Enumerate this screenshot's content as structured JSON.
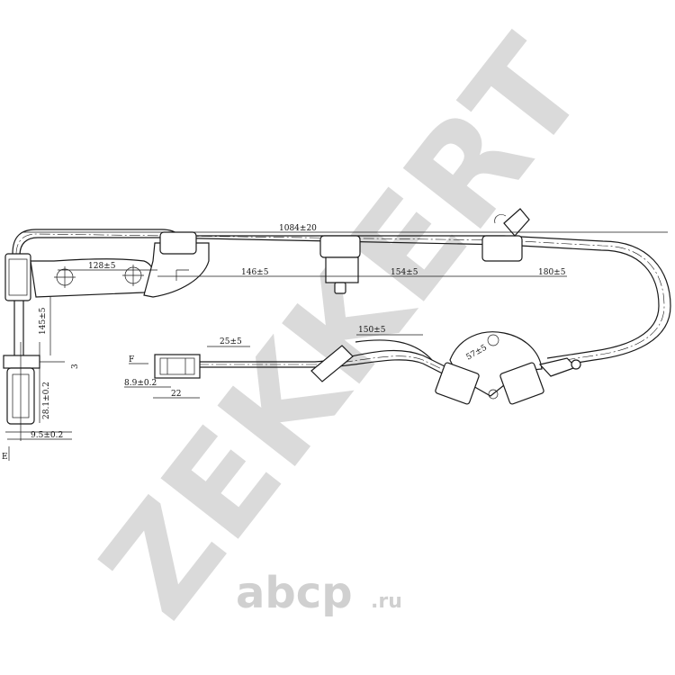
{
  "watermark": {
    "brand": "ZEKKERT",
    "site_main": "abcp",
    "site_suffix": ".ru",
    "color": "#d4d4d4"
  },
  "labels": {
    "total_length": "1084±20",
    "seg_1": "128±5",
    "seg_2": "146±5",
    "seg_3": "154±5",
    "seg_4": "180±5",
    "seg_5": "150±5",
    "seg_6": "25±5",
    "seg_7": "57±5",
    "vertical_1": "145±5",
    "sensor_height": "28.1±0.2",
    "sensor_width": "9.5±0.2",
    "connector_offset": "8.9±0.2",
    "connector_length": "22",
    "flange_thickness": "3",
    "view_f": "F",
    "view_e": "E"
  }
}
